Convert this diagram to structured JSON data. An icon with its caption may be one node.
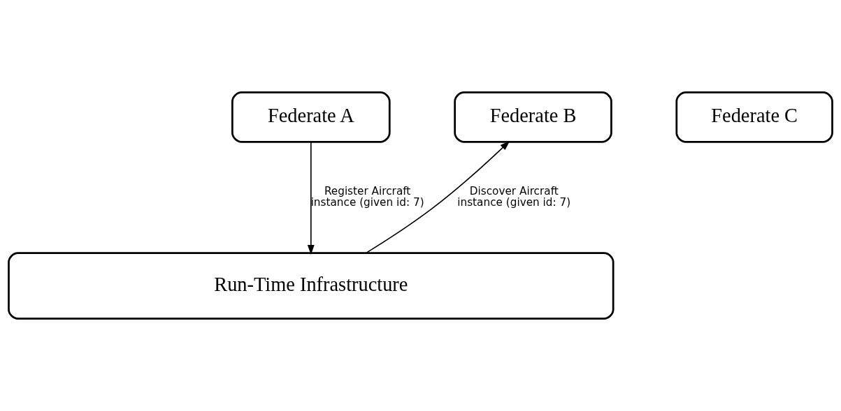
{
  "diagram": {
    "nodes": [
      {
        "text": [
          "Federate A"
        ]
      },
      {
        "text": [
          "Federate B"
        ]
      },
      {
        "text": [
          "Federate C"
        ]
      },
      {
        "text": [
          "Run-Time Infrastructure"
        ]
      }
    ],
    "edges": [
      {
        "from": 0,
        "to": 3,
        "arrow": "to",
        "label": "Register Aircraft instance (given id: 7)"
      },
      {
        "from": 3,
        "to": 1,
        "arrow": "to",
        "label": "Discover Aircraft instance (given id: 7)"
      }
    ]
  }
}
